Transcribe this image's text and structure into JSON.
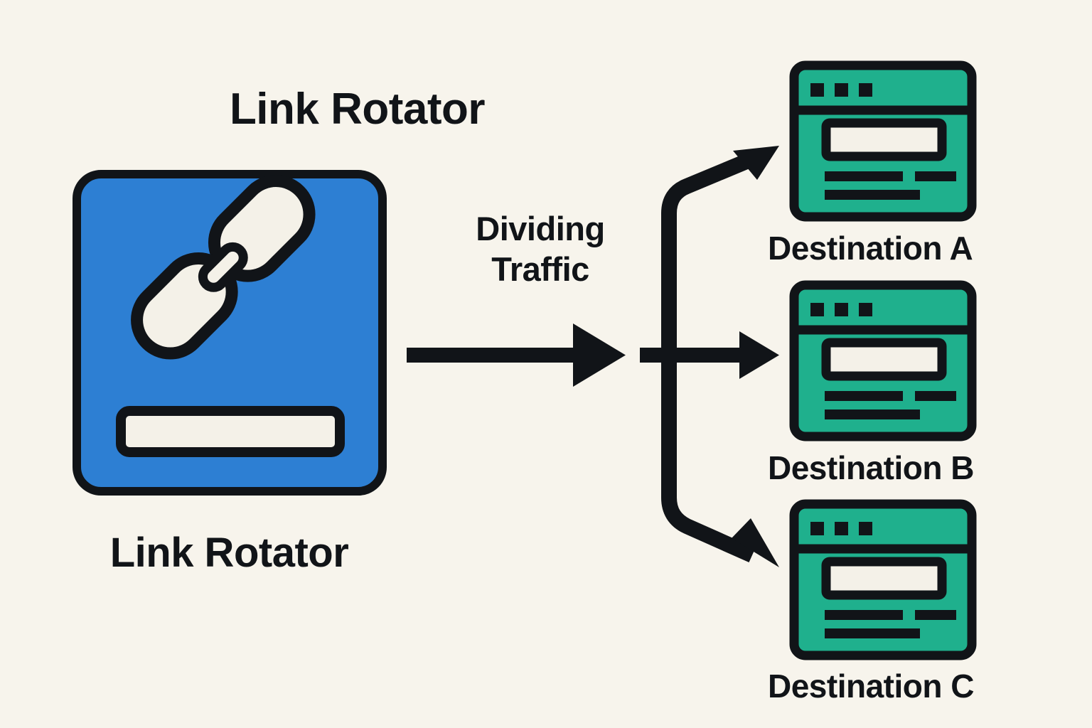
{
  "diagram": {
    "type": "flow-diagram",
    "title": "Link Rotator",
    "background_color": "#F7F4EC",
    "ink_color": "#111418"
  },
  "source": {
    "card_label": "Link Rotator",
    "card_color": "#2D7FD3",
    "icon": "chain-link-icon",
    "input_bar": ""
  },
  "flow": {
    "arrow_label_line1": "Dividing",
    "arrow_label_line2": "Traffic",
    "branch_count": 3
  },
  "destinations": [
    {
      "label": "Destination A",
      "color": "#1FB08D",
      "icon": "browser-window-icon"
    },
    {
      "label": "Destination B",
      "color": "#1FB08D",
      "icon": "browser-window-icon"
    },
    {
      "label": "Destination C",
      "color": "#1FB08D",
      "icon": "browser-window-icon"
    }
  ]
}
